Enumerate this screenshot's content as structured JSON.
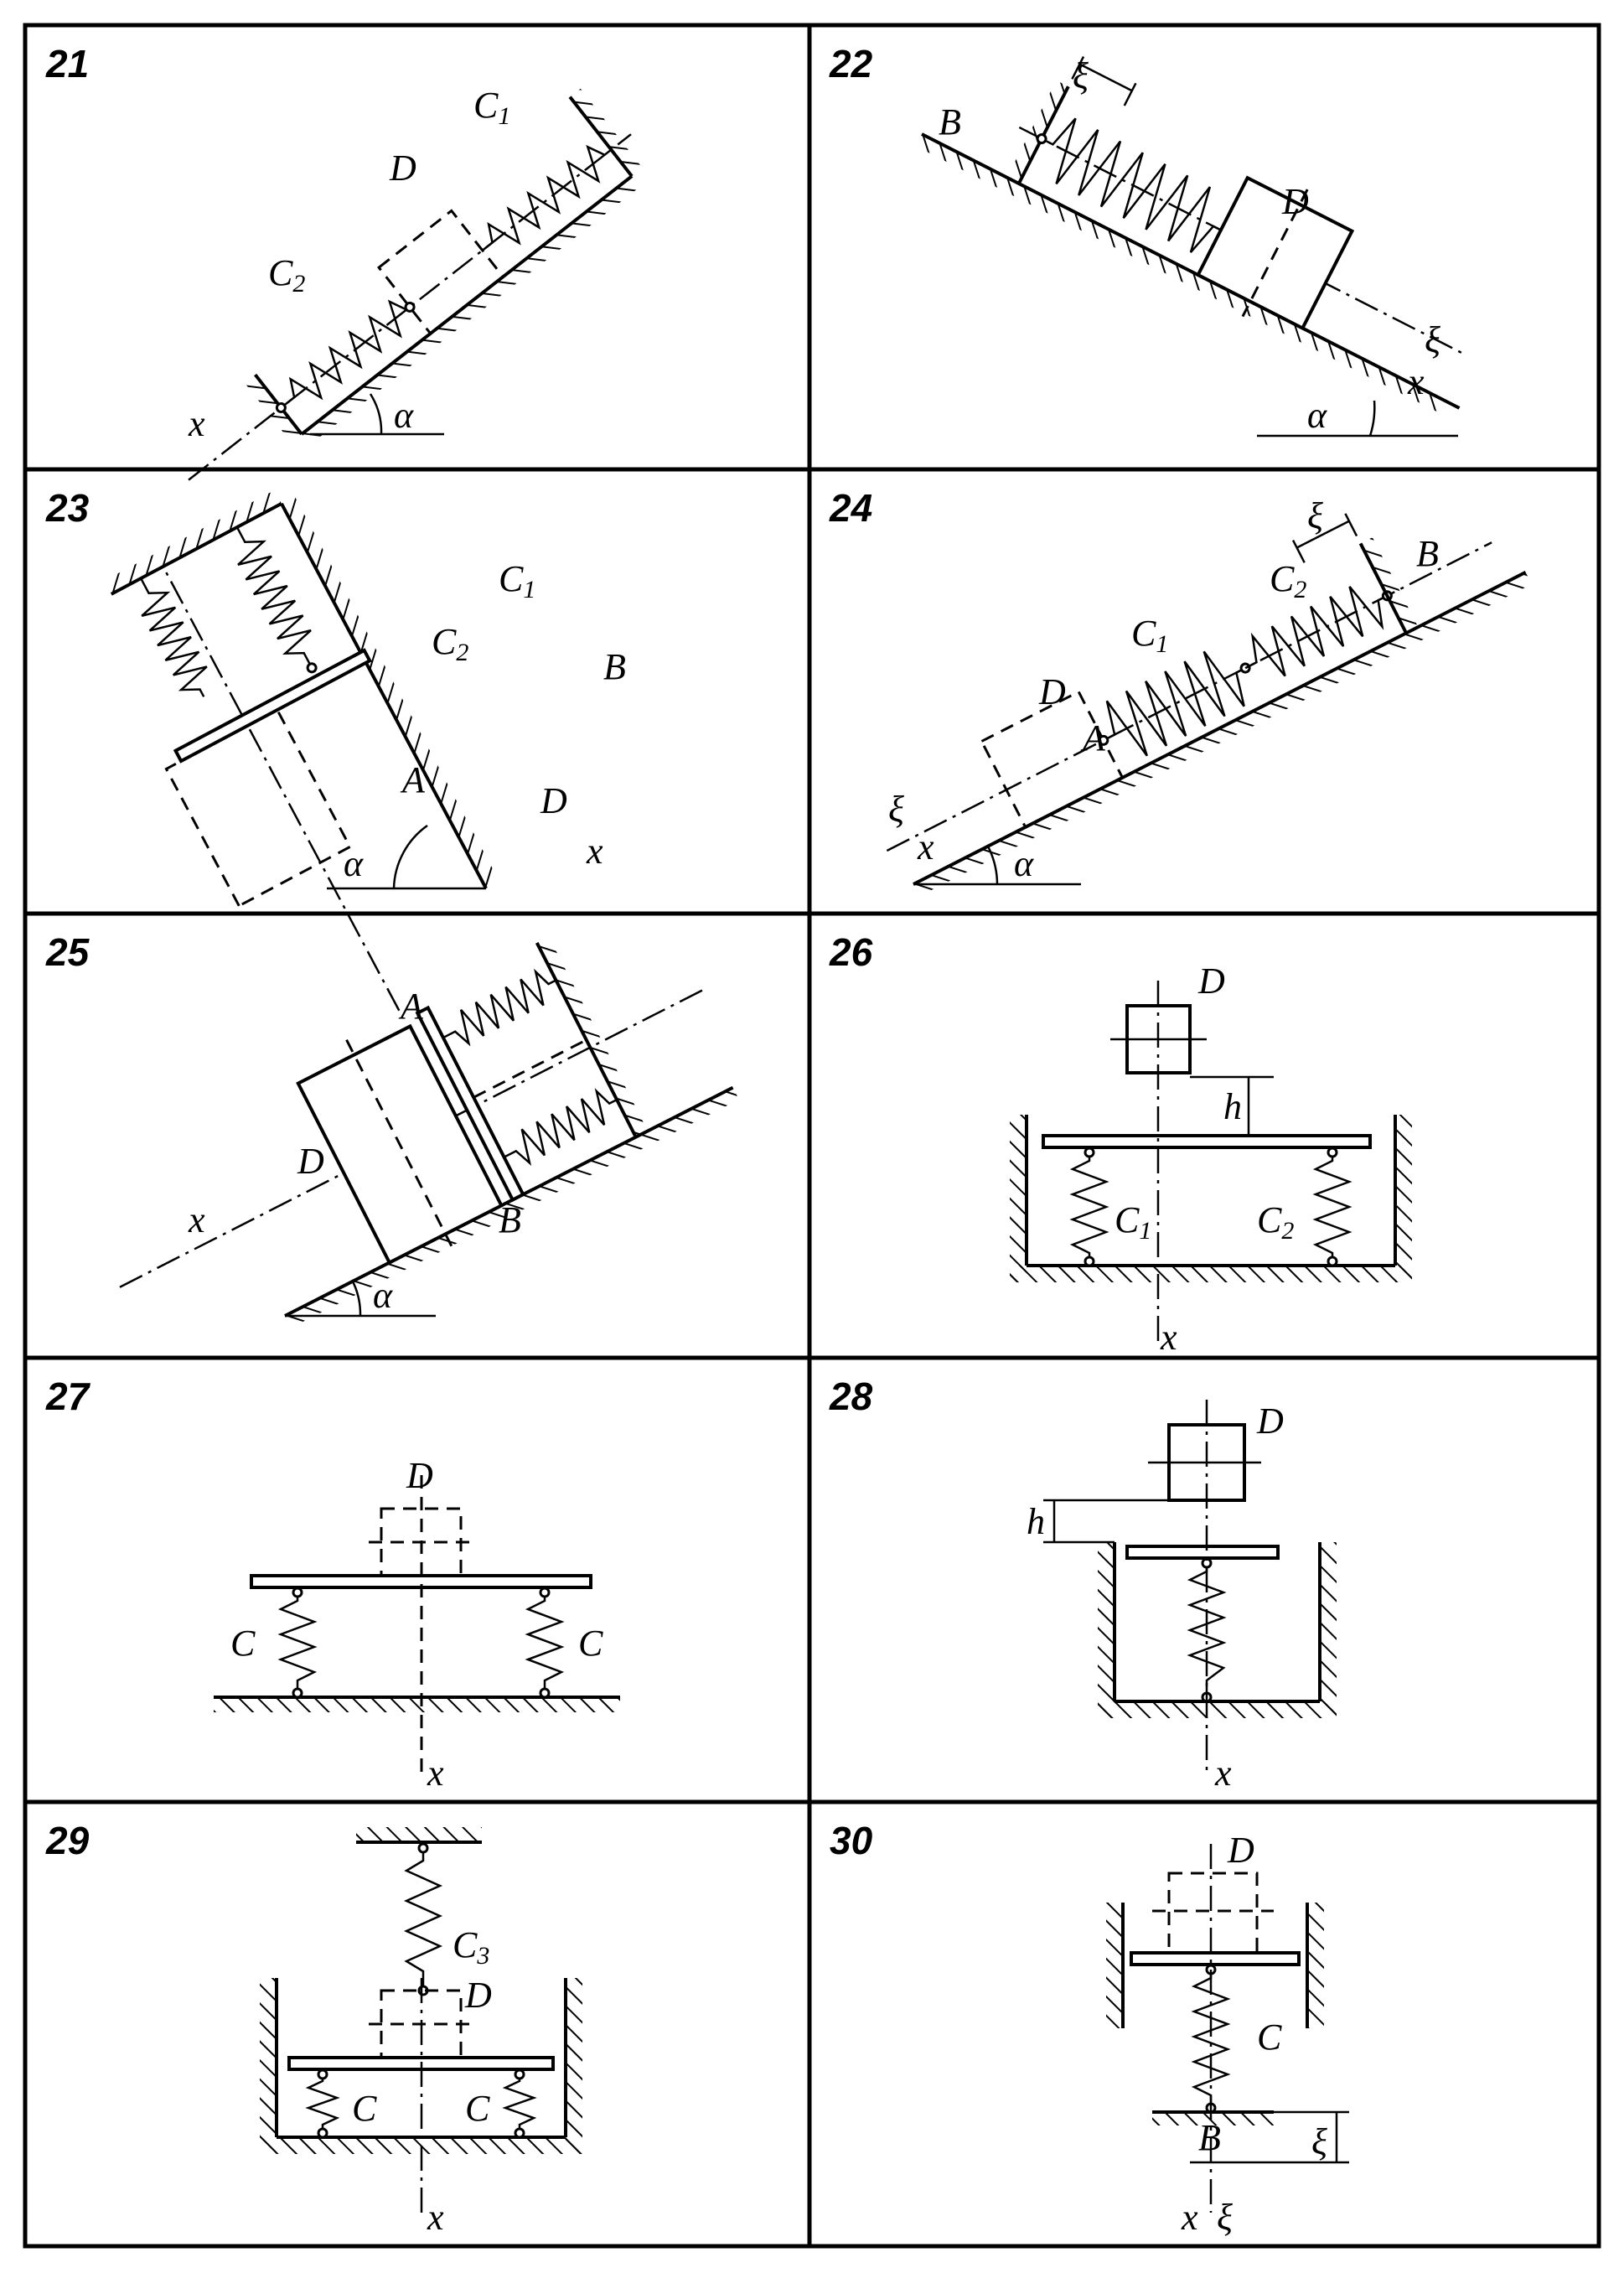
{
  "panels": [
    {
      "number": "21",
      "labels": {
        "c1": "C",
        "c1_sub": "1",
        "c2": "C",
        "c2_sub": "2",
        "d": "D",
        "x": "x",
        "alpha": "α"
      }
    },
    {
      "number": "22",
      "labels": {
        "b": "B",
        "d": "D",
        "xi_top": "ξ",
        "xi": "ξ",
        "x": "x",
        "alpha": "α"
      }
    },
    {
      "number": "23",
      "labels": {
        "c1": "C",
        "c1_sub": "1",
        "c2": "C",
        "c2_sub": "2",
        "b": "B",
        "a": "A",
        "d": "D",
        "x": "x",
        "alpha": "α"
      }
    },
    {
      "number": "24",
      "labels": {
        "xi_top": "ξ",
        "c2": "C",
        "c2_sub": "2",
        "b": "B",
        "c1": "C",
        "c1_sub": "1",
        "d": "D",
        "a": "A",
        "xi": "ξ",
        "x": "x",
        "alpha": "α"
      }
    },
    {
      "number": "25",
      "labels": {
        "a": "A",
        "d": "D",
        "b": "B",
        "x": "x",
        "alpha": "α"
      }
    },
    {
      "number": "26",
      "labels": {
        "d": "D",
        "h": "h",
        "c1": "C",
        "c1_sub": "1",
        "c2": "C",
        "c2_sub": "2",
        "x": "x"
      }
    },
    {
      "number": "27",
      "labels": {
        "d": "D",
        "c_left": "C",
        "c_right": "C",
        "x": "x"
      }
    },
    {
      "number": "28",
      "labels": {
        "d": "D",
        "h": "h",
        "x": "x"
      }
    },
    {
      "number": "29",
      "labels": {
        "c3": "C",
        "c3_sub": "3",
        "d": "D",
        "c_left": "C",
        "c_right": "C",
        "x": "x"
      }
    },
    {
      "number": "30",
      "labels": {
        "d": "D",
        "c": "C",
        "b": "B",
        "xi": "ξ",
        "x": "x",
        "xi_axis": "ξ"
      }
    }
  ],
  "colors": {
    "ink": "#000000",
    "paper": "#ffffff"
  }
}
